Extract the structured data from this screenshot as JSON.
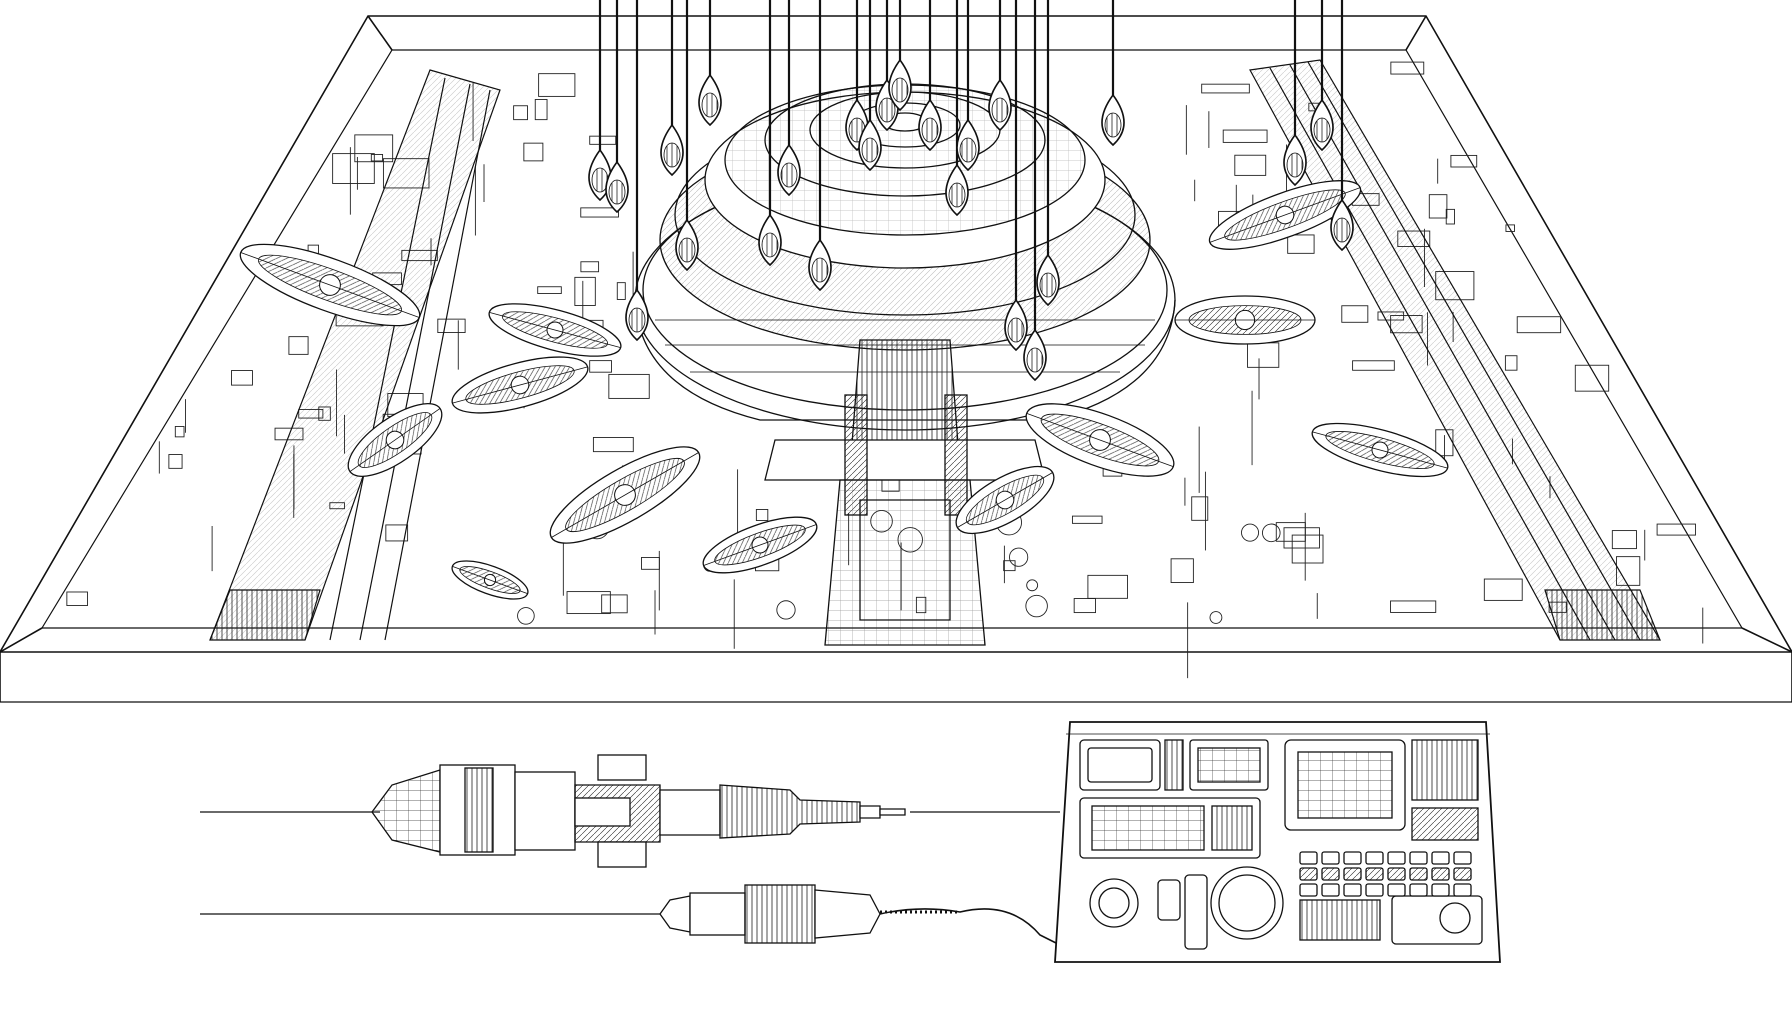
{
  "scene": {
    "background": "#ffffff",
    "ink": "#111111",
    "ink_light": "#555555",
    "palette_note_colors": [
      "#111111",
      "#555555",
      "#ffffff"
    ]
  },
  "elements": {
    "pendant_lamp_count": 24,
    "ship_count": 12,
    "panel_button_rows": 3,
    "panel_button_cols": 8
  }
}
